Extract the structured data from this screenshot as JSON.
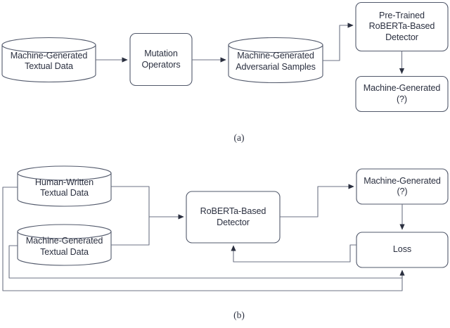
{
  "figure": {
    "background_color": "#ffffff",
    "stroke_color": "#52596b",
    "connector_color": "#6d7384",
    "text_color": "#2b3040"
  },
  "subfigures": [
    {
      "key": "a",
      "label": "(a)"
    },
    {
      "key": "b",
      "label": "(b)"
    }
  ],
  "diagram_a": {
    "nodes": {
      "source_data": {
        "label": "Machine-Generated\nTextual Data",
        "shape": "cylinder"
      },
      "mutation_operators": {
        "label": "Mutation\nOperators",
        "shape": "rounded-rect"
      },
      "adversarial_samples": {
        "label": "Machine-Generated\nAdversarial Samples",
        "shape": "cylinder"
      },
      "pretrained_detector": {
        "label": "Pre-Trained\nRoBERTa-Based\nDetector",
        "shape": "rounded-rect"
      },
      "prediction_output": {
        "label": "Machine-Generated\n(?)",
        "shape": "rounded-rect"
      }
    },
    "edges": [
      {
        "from": "source_data",
        "to": "mutation_operators"
      },
      {
        "from": "mutation_operators",
        "to": "adversarial_samples"
      },
      {
        "from": "adversarial_samples",
        "to": "pretrained_detector"
      },
      {
        "from": "pretrained_detector",
        "to": "prediction_output"
      }
    ]
  },
  "diagram_b": {
    "nodes": {
      "human_data": {
        "label": "Human-Written\nTextual Data",
        "shape": "cylinder"
      },
      "machine_data": {
        "label": "Machine-Generated\nTextual Data",
        "shape": "cylinder"
      },
      "detector": {
        "label": "RoBERTa-Based\nDetector",
        "shape": "rounded-rect"
      },
      "prediction_output": {
        "label": "Machine-Generated\n(?)",
        "shape": "rounded-rect"
      },
      "loss": {
        "label": "Loss",
        "shape": "rounded-rect"
      }
    },
    "edges": [
      {
        "from": "human_data",
        "to": "detector"
      },
      {
        "from": "machine_data",
        "to": "detector"
      },
      {
        "from": "detector",
        "to": "prediction_output"
      },
      {
        "from": "prediction_output",
        "to": "loss"
      },
      {
        "from": "loss",
        "to": "detector",
        "kind": "feedback"
      },
      {
        "from": "human_data",
        "to": "loss",
        "kind": "feedback"
      },
      {
        "from": "machine_data",
        "to": "loss",
        "kind": "feedback"
      }
    ]
  }
}
